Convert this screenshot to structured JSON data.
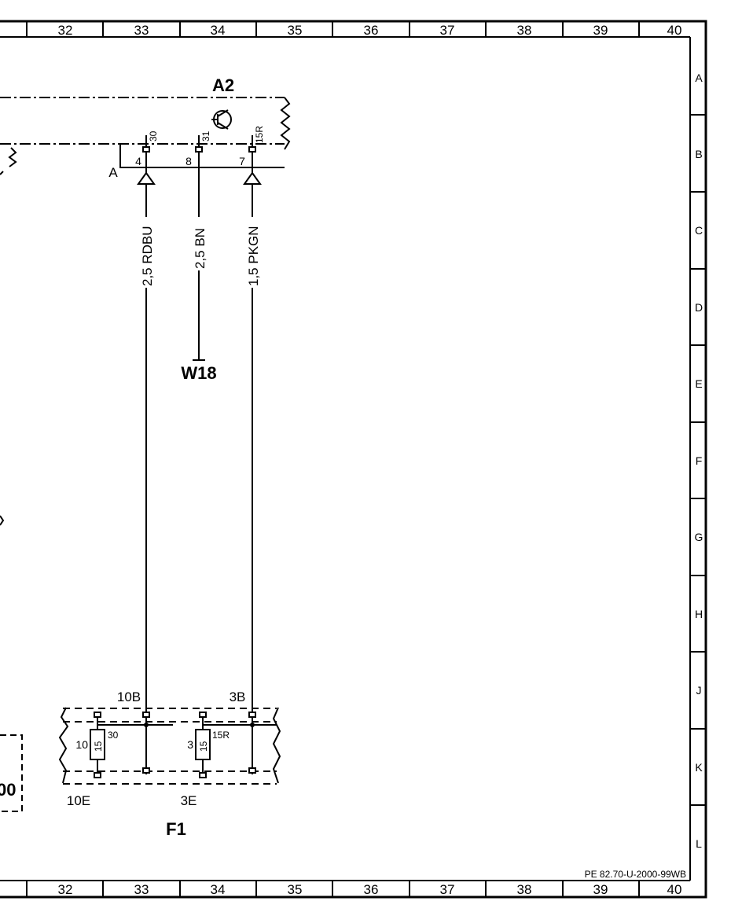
{
  "frame": {
    "columns": [
      "32",
      "33",
      "34",
      "35",
      "36",
      "37",
      "38",
      "39",
      "40"
    ],
    "rows": [
      "A",
      "B",
      "C",
      "D",
      "E",
      "F",
      "G",
      "H",
      "J",
      "K",
      "L"
    ],
    "drawing_ref": "PE 82.70-U-2000-99WB"
  },
  "components": {
    "a2": {
      "name": "A2",
      "connector": "A",
      "pins": [
        {
          "terminal": "30",
          "pin": "4"
        },
        {
          "terminal": "31",
          "pin": "8"
        },
        {
          "terminal": "15R",
          "pin": "7"
        }
      ]
    },
    "w18": {
      "name": "W18"
    },
    "f1": {
      "name": "F1",
      "top_connectors": [
        "10B",
        "3B"
      ],
      "bottom_connectors": [
        "10E",
        "3E"
      ],
      "fuses": [
        {
          "number": "10",
          "rating": "15",
          "terminal": "30"
        },
        {
          "number": "3",
          "rating": "15",
          "terminal": "15R"
        }
      ]
    },
    "left_fragment": {
      "label": "00"
    }
  },
  "wires": [
    {
      "label": "2,5 RDBU"
    },
    {
      "label": "2,5 BN"
    },
    {
      "label": "1,5 PKGN"
    }
  ]
}
